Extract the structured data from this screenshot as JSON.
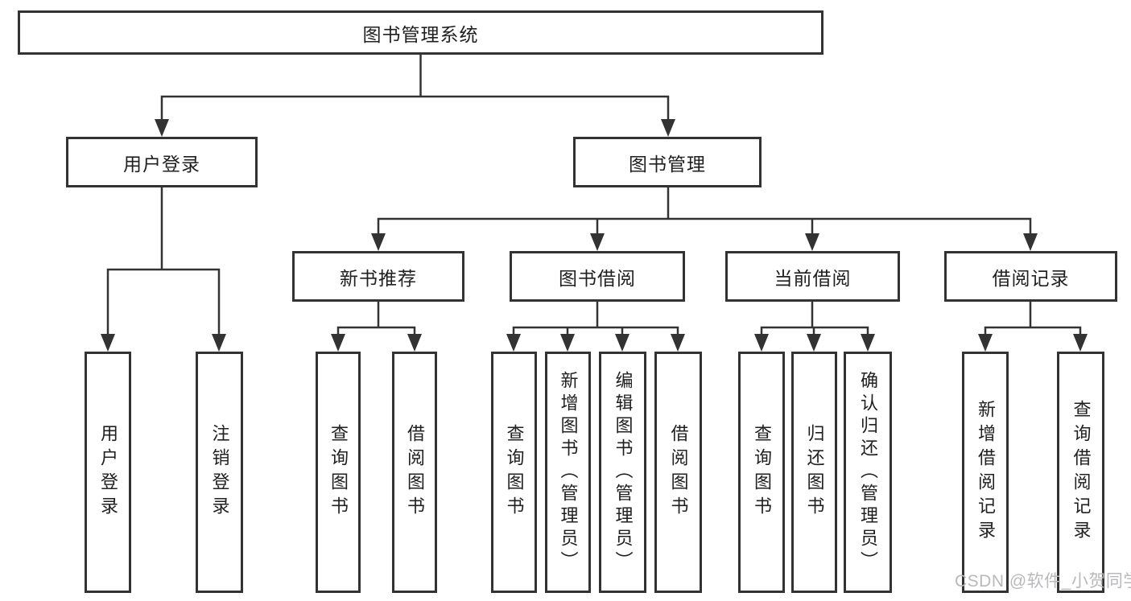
{
  "diagram_type": "tree",
  "hierarchy": {
    "label": "图书管理系统",
    "children": [
      {
        "label": "用户登录",
        "children": [
          {
            "label": "用户登录"
          },
          {
            "label": "注销登录"
          }
        ]
      },
      {
        "label": "图书管理",
        "children": [
          {
            "label": "新书推荐",
            "children": [
              {
                "label": "查询图书"
              },
              {
                "label": "借阅图书"
              }
            ]
          },
          {
            "label": "图书借阅",
            "children": [
              {
                "label": "查询图书"
              },
              {
                "label": "新增图书（管理员）"
              },
              {
                "label": "编辑图书（管理员）"
              },
              {
                "label": "借阅图书"
              }
            ]
          },
          {
            "label": "当前借阅",
            "children": [
              {
                "label": "查询图书"
              },
              {
                "label": "归还图书"
              },
              {
                "label": "确认归还（管理员）"
              }
            ]
          },
          {
            "label": "借阅记录",
            "children": [
              {
                "label": "新增借阅记录"
              },
              {
                "label": "查询借阅记录"
              }
            ]
          }
        ]
      }
    ]
  },
  "watermark": {
    "text": "CSDN @软件_小贺同学"
  },
  "colors": {
    "line": "#333333",
    "text": "#202020",
    "background": "#ffffff",
    "watermark": "#b9b9bd"
  }
}
